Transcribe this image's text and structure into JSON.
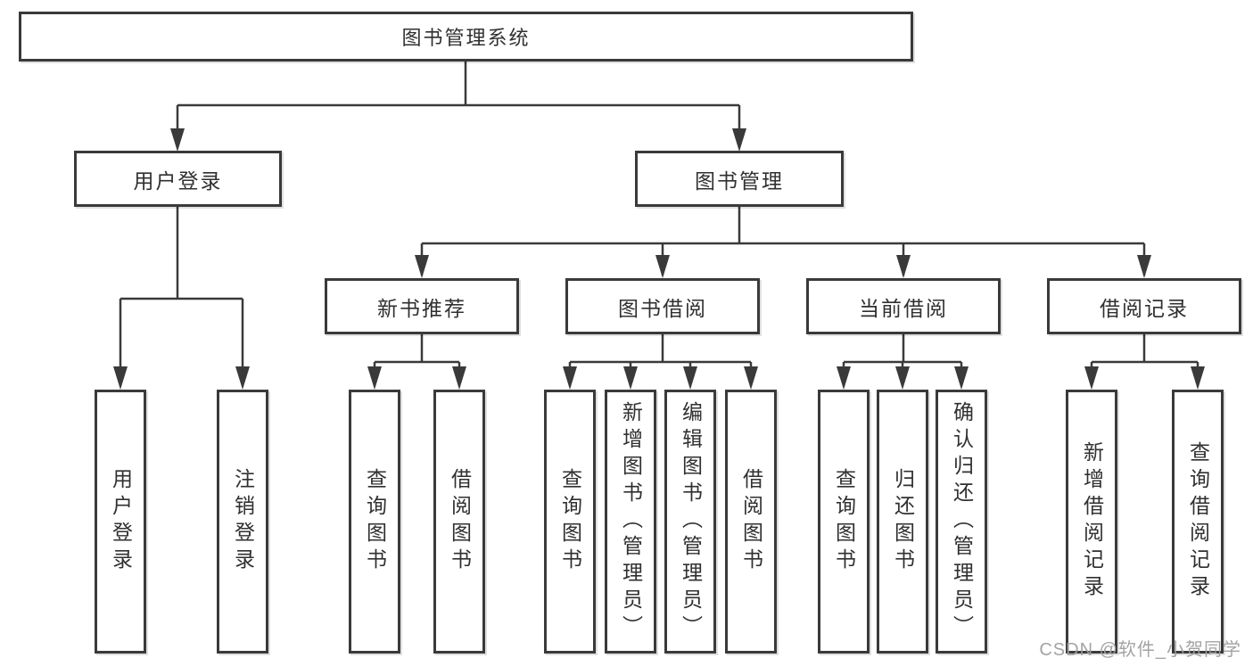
{
  "diagram": {
    "root": "图书管理系统",
    "login_branch": {
      "label": "用户登录",
      "children": [
        "用户登录",
        "注销登录"
      ]
    },
    "management_branch": {
      "label": "图书管理",
      "groups": [
        {
          "label": "新书推荐",
          "children": [
            "查询图书",
            "借阅图书"
          ]
        },
        {
          "label": "图书借阅",
          "children": [
            "查询图书",
            "新增图书（管理员）",
            "编辑图书（管理员）",
            "借阅图书"
          ]
        },
        {
          "label": "当前借阅",
          "children": [
            "查询图书",
            "归还图书",
            "确认归还（管理员）"
          ]
        },
        {
          "label": "借阅记录",
          "children": [
            "新增借阅记录",
            "查询借阅记录"
          ]
        }
      ]
    }
  },
  "watermark": "CSDN @软件_小贺同学",
  "colors": {
    "line": "#3a3a3a",
    "text": "#303030",
    "watermark": "#9e9e9e",
    "background": "#ffffff"
  }
}
